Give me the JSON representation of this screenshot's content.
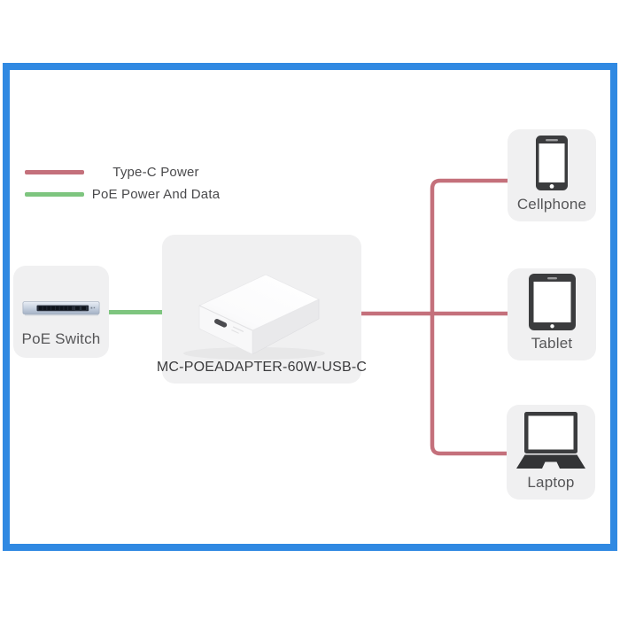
{
  "legend": {
    "items": [
      {
        "label": "Type-C Power",
        "color": "#c4707b"
      },
      {
        "label": "PoE Power And Data",
        "color": "#7ec57f"
      }
    ]
  },
  "nodes": {
    "switch": {
      "label": "PoE Switch",
      "icon": "poe-switch-icon"
    },
    "adapter": {
      "label": "MC-POEADAPTER-60W-USB-C",
      "icon": "poe-adapter-device"
    },
    "devices": [
      {
        "label": "Cellphone",
        "icon": "cellphone-icon"
      },
      {
        "label": "Tablet",
        "icon": "tablet-icon"
      },
      {
        "label": "Laptop",
        "icon": "laptop-icon"
      }
    ]
  },
  "colors": {
    "frame_border": "#3089e2",
    "typec_line": "#c4707b",
    "poe_line": "#7ec57f",
    "card_bg": "#f0f0f1",
    "label_text": "#565658"
  }
}
